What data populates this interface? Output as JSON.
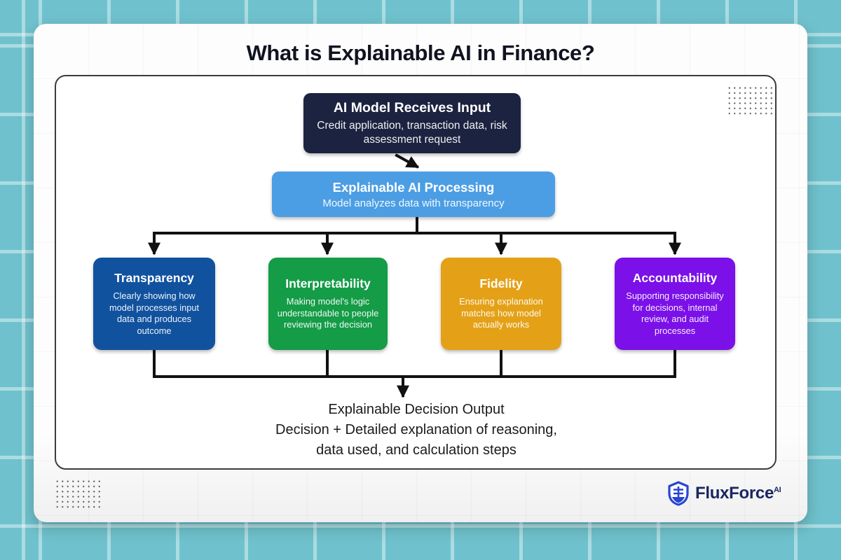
{
  "page": {
    "title": "What is Explainable AI in Finance?"
  },
  "flow": {
    "input_node": {
      "title": "AI Model Receives Input",
      "description": "Credit application, transaction data, risk assessment request",
      "bg": "#1C2340"
    },
    "processing_node": {
      "title": "Explainable AI Processing",
      "description": "Model analyzes data with transparency",
      "bg": "#4C9EE4"
    },
    "branches": [
      {
        "title": "Transparency",
        "description": "Clearly showing how model processes input data and produces outcome",
        "bg": "#11529F"
      },
      {
        "title": "Interpretability",
        "description": "Making model's logic understandable to people reviewing the decision",
        "bg": "#149C47"
      },
      {
        "title": "Fidelity",
        "description": "Ensuring explanation matches how model actually works",
        "bg": "#E4A117"
      },
      {
        "title": "Accountability",
        "description": "Supporting responsibility for decisions, internal review, and audit processes",
        "bg": "#7B10E8"
      }
    ],
    "output": {
      "line1": "Explainable Decision Output",
      "line2": "Decision + Detailed explanation of reasoning,",
      "line3": "data used, and calculation steps"
    }
  },
  "branding": {
    "name": "FluxForce",
    "suffix": "AI",
    "icon": "shield-logo-icon",
    "icon_color": "#2945D1",
    "text_color": "#1B2660"
  },
  "colors": {
    "background_teal": "#6FC2CD",
    "connector": "#111111",
    "panel_border": "#3C3C3C"
  }
}
